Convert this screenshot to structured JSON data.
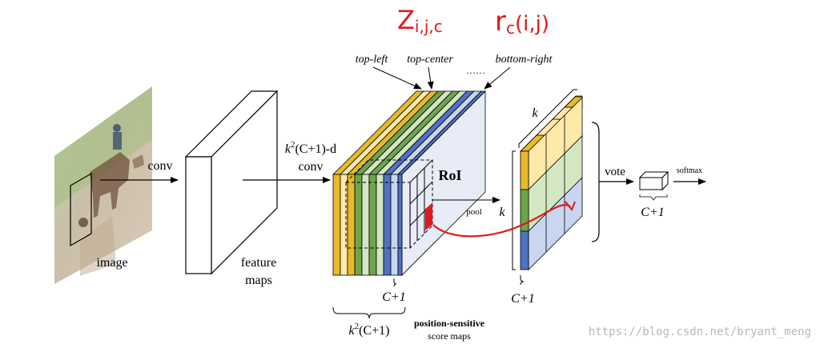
{
  "annotations": {
    "z_label": "Z",
    "z_subscript": "i,j,c",
    "r_label": "r",
    "r_subscript": "c",
    "r_args": "(i,j)"
  },
  "labels": {
    "image": "image",
    "conv": "conv",
    "feature_line1": "feature",
    "feature_line2": "maps",
    "kconv_k": "k",
    "kconv_sup": "2",
    "kconv_rest": "(C+1)-d",
    "kconv_line2": "conv",
    "top_left": "top-left",
    "top_center": "top-center",
    "dots": "……",
    "bottom_right": "bottom-right",
    "roi": "RoI",
    "pool": "pool",
    "k_top": "k",
    "k_side": "k",
    "c1_stack": "C+1",
    "c1_grid": "C+1",
    "c1_vote": "C+1",
    "k2_k": "k",
    "k2_sup": "2",
    "k2_rest": "(C+1)",
    "psm_line1": "position-sensitive",
    "psm_line2": "score maps",
    "vote": "vote",
    "softmax": "softmax",
    "watermark": "https://blog.csdn.net/bryant_meng"
  },
  "colors": {
    "yellow_dark": "#e8b92a",
    "yellow_light": "#fde9a8",
    "green_dark": "#6fa44b",
    "green_light": "#d4e7c3",
    "blue_dark": "#4f72c2",
    "blue_light": "#c9d6ef",
    "map_face": "#e8ecf6",
    "red_annotation": "#e01a1a"
  }
}
